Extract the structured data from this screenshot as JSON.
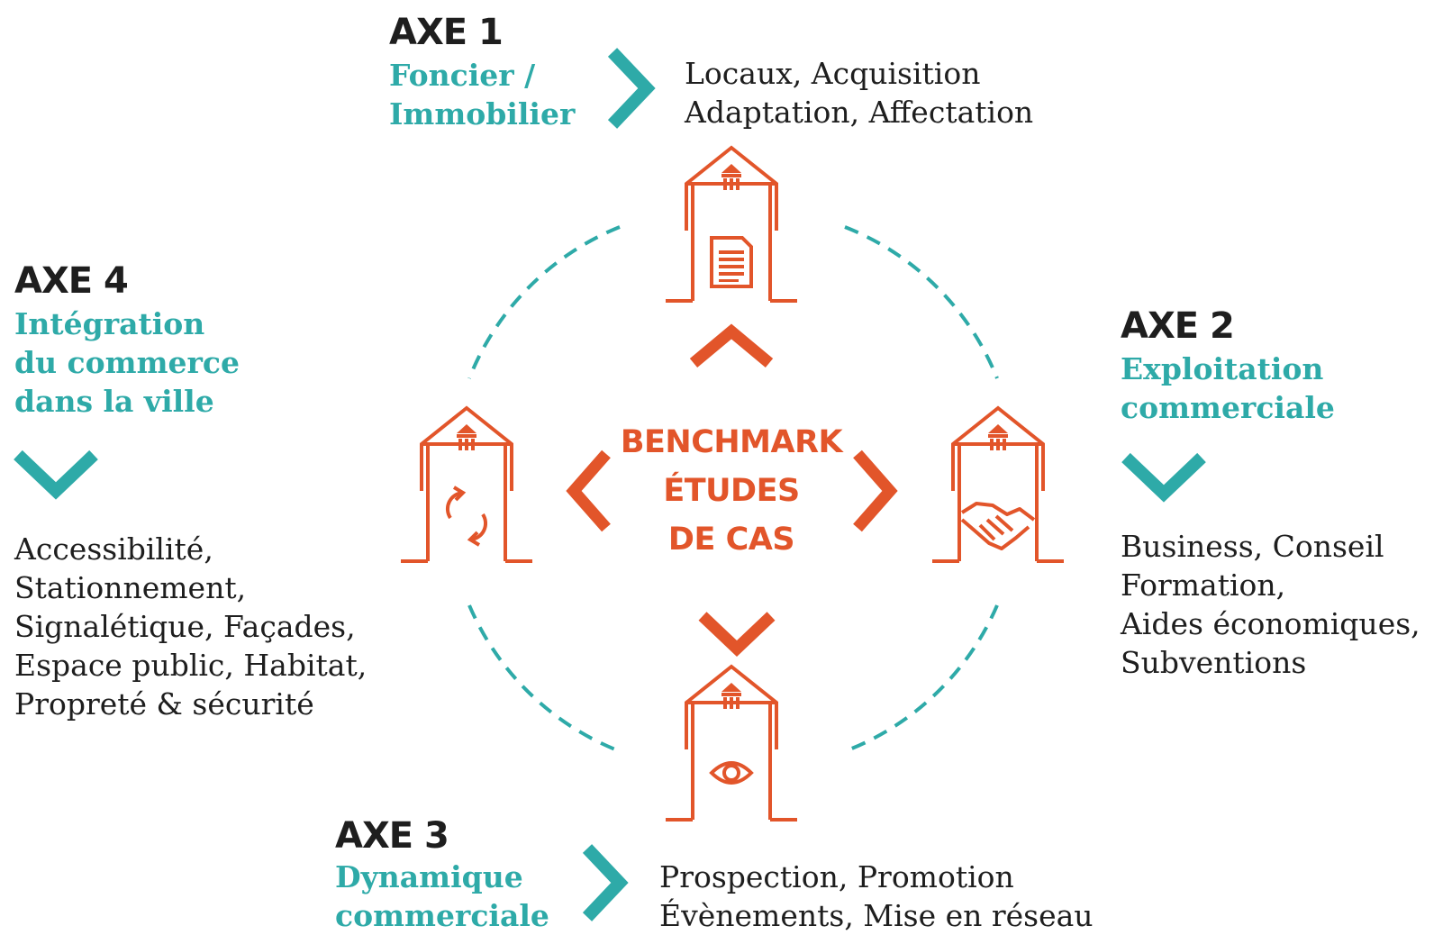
{
  "colors": {
    "teal": "#2eaaa8",
    "orange": "#e2552a",
    "text": "#1e1e1e"
  },
  "center": {
    "lines": [
      "BENCHMARK",
      "ÉTUDES",
      "DE CAS"
    ]
  },
  "axes": [
    {
      "id": "axe1",
      "heading": "AXE 1",
      "name": [
        "Foncier /",
        "Immobilier"
      ],
      "description": [
        "Locaux, Acquisition",
        "Adaptation, Affectation"
      ],
      "building_icon": "document-icon"
    },
    {
      "id": "axe2",
      "heading": "AXE 2",
      "name": [
        "Exploitation",
        "commerciale"
      ],
      "description": [
        "Business, Conseil",
        "Formation,",
        "Aides économiques,",
        "Subventions"
      ],
      "building_icon": "handshake-icon"
    },
    {
      "id": "axe3",
      "heading": "AXE 3",
      "name": [
        "Dynamique",
        "commerciale"
      ],
      "description": [
        "Prospection, Promotion",
        "Évènements, Mise en réseau"
      ],
      "building_icon": "eye-icon"
    },
    {
      "id": "axe4",
      "heading": "AXE 4",
      "name": [
        "Intégration",
        "du commerce",
        "dans la ville"
      ],
      "description": [
        "Accessibilité,",
        "Stationnement,",
        "Signalétique, Façades,",
        "Espace public, Habitat,",
        "Propreté & sécurité"
      ],
      "building_icon": "cycle-arrows-icon"
    }
  ]
}
